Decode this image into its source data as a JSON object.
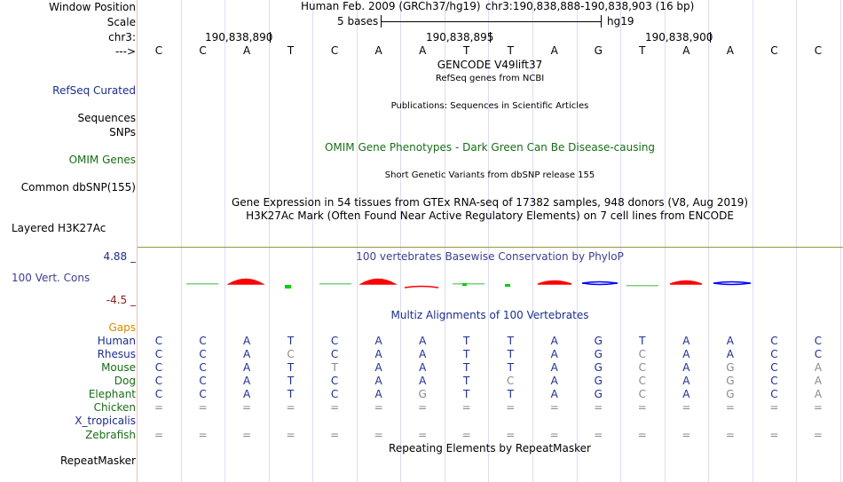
{
  "header": {
    "window_position_label": "Window Position",
    "scale_label": "Scale",
    "chrom_label": "chr3:",
    "strand_label": "--->",
    "assembly": "Human Feb. 2009 (GRCh37/hg19)",
    "position": "chr3:190,838,888-190,838,903 (16 bp)",
    "scale_text": "5 bases",
    "scale_db": "hg19",
    "coord_ticks": [
      "190,838,890",
      "190,838,895",
      "190,838,900"
    ]
  },
  "bases": [
    "C",
    "C",
    "A",
    "T",
    "C",
    "A",
    "A",
    "T",
    "T",
    "A",
    "G",
    "T",
    "A",
    "A",
    "C",
    "C"
  ],
  "tracks": {
    "gencode_title": "GENCODE V49lift37",
    "refseq_title": "RefSeq genes from NCBI",
    "refseq_label": "RefSeq Curated",
    "publications_title": "Publications: Sequences in Scientific Articles",
    "sequences_label": "Sequences",
    "snps_label": "SNPs",
    "omim_title": "OMIM Gene Phenotypes - Dark Green Can Be Disease-causing",
    "omim_label": "OMIM Genes",
    "dbsnp_title": "Short Genetic Variants from dbSNP release 155",
    "dbsnp_label": "Common dbSNP(155)",
    "gtex_title": "Gene Expression in 54 tissues from GTEx RNA-seq of 17382 samples, 948 donors (V8, Aug 2019)",
    "h3k27_title": "H3K27Ac Mark (Often Found Near Active Regulatory Elements) on 7 cell lines from ENCODE",
    "h3k27_label": "Layered H3K27Ac",
    "phylop_title": "100 vertebrates Basewise Conservation by PhyloP",
    "phylop_max": "4.88 _",
    "phylop_label": "100 Vert. Cons",
    "phylop_min": "-4.5 _",
    "multiz_title": "Multiz Alignments of 100 Vertebrates",
    "gaps_label": "Gaps",
    "repeat_title": "Repeating Elements by RepeatMasker",
    "repeat_label": "RepeatMasker"
  },
  "alignment": [
    {
      "species": "Human",
      "seq": [
        "C",
        "C",
        "A",
        "T",
        "C",
        "A",
        "A",
        "T",
        "T",
        "A",
        "G",
        "T",
        "A",
        "A",
        "C",
        "C"
      ]
    },
    {
      "species": "Rhesus",
      "seq": [
        "C",
        "C",
        "A",
        "C",
        "C",
        "A",
        "A",
        "T",
        "T",
        "A",
        "G",
        "C",
        "A",
        "A",
        "C",
        "C"
      ]
    },
    {
      "species": "Mouse",
      "seq": [
        "C",
        "C",
        "A",
        "T",
        "T",
        "A",
        "A",
        "T",
        "T",
        "A",
        "G",
        "C",
        "A",
        "G",
        "C",
        "A"
      ]
    },
    {
      "species": "Dog",
      "seq": [
        "C",
        "C",
        "A",
        "T",
        "C",
        "A",
        "A",
        "T",
        "C",
        "A",
        "G",
        "C",
        "A",
        "G",
        "C",
        "A"
      ]
    },
    {
      "species": "Elephant",
      "seq": [
        "C",
        "C",
        "A",
        "T",
        "C",
        "A",
        "G",
        "T",
        "T",
        "A",
        "G",
        "C",
        "A",
        "G",
        "C",
        "A"
      ]
    },
    {
      "species": "Chicken",
      "seq": [
        "=",
        "=",
        "=",
        "=",
        "=",
        "=",
        "=",
        "=",
        "=",
        "=",
        "=",
        "=",
        "=",
        "=",
        "=",
        "="
      ]
    },
    {
      "species": "X_tropicalis",
      "seq": []
    },
    {
      "species": "Zebrafish",
      "seq": [
        "=",
        "=",
        "=",
        "=",
        "=",
        "=",
        "=",
        "=",
        "=",
        "=",
        "=",
        "=",
        "=",
        "=",
        "=",
        "="
      ]
    }
  ],
  "colors": {
    "species_primate": "#1c2e8f",
    "species_other": "#176e17",
    "gaps_label": "#d88a00",
    "phylop_pos": "#ff0000",
    "phylop_neg": "#0000ff",
    "mismatch": "#8a8a8a",
    "grid": "#dcdcf4"
  }
}
